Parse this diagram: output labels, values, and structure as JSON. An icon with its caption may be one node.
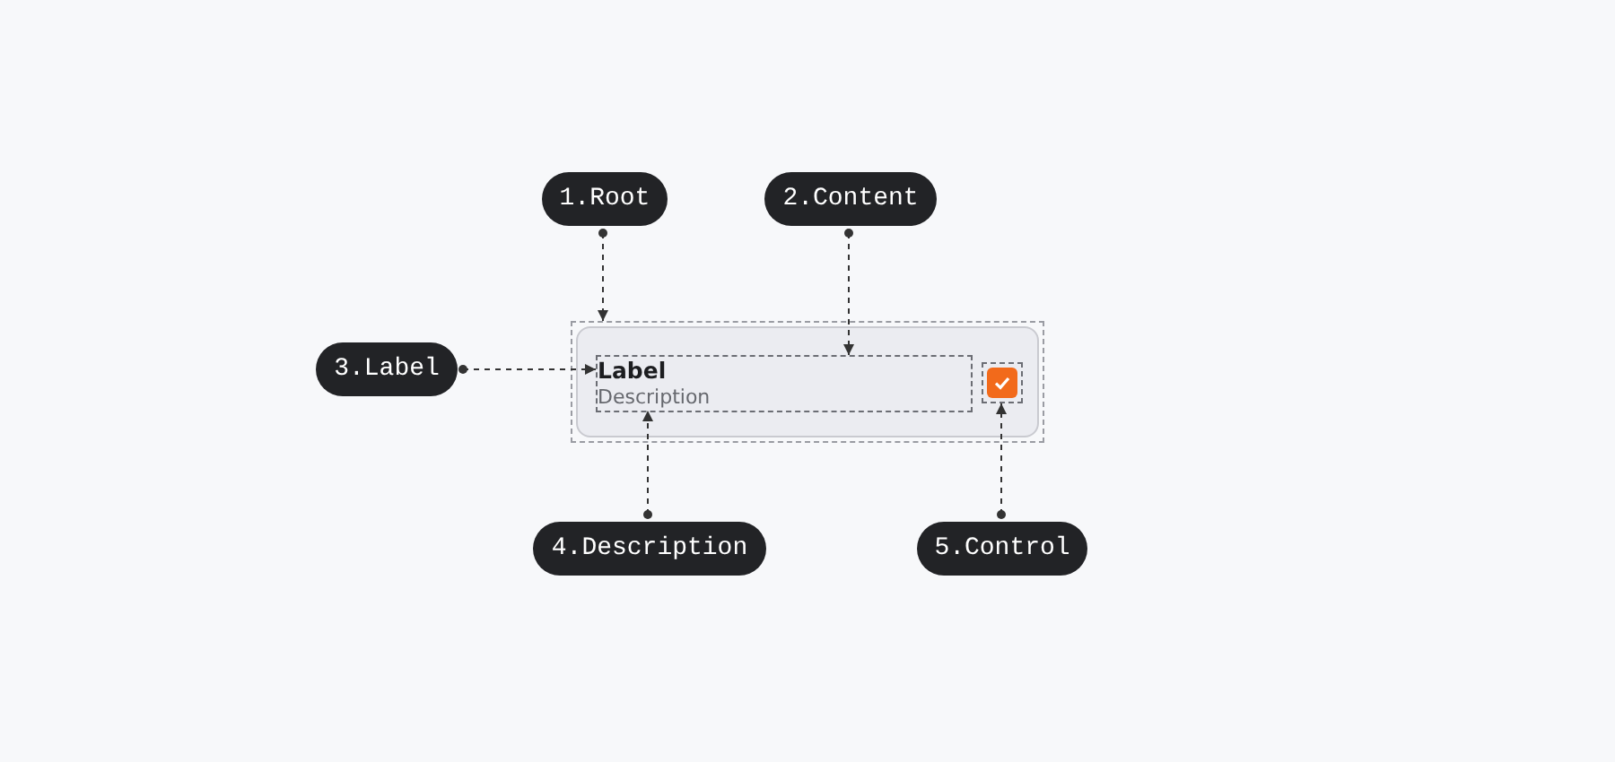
{
  "diagram": {
    "nodes": [
      {
        "text": [
          "1.Root"
        ]
      },
      {
        "text": [
          "2.Content"
        ]
      },
      {
        "text": [
          "3.Label"
        ]
      },
      {
        "text": [],
        "shape": "box"
      },
      {
        "text": [],
        "shape": "box",
        "in": 3
      },
      {
        "text": [],
        "shape": "box",
        "in": 4
      },
      {
        "text": [
          "Label"
        ],
        "in": 5
      },
      {
        "text": [
          "Description"
        ],
        "in": 5
      },
      {
        "text": [],
        "shape": "box",
        "in": 4
      },
      {
        "text": [
          "4.Description"
        ]
      },
      {
        "text": [
          "5.Control"
        ]
      }
    ],
    "edges": [
      {
        "from": 0,
        "to": 3,
        "arrow": "to",
        "style": "dashed"
      },
      {
        "from": 1,
        "to": 5,
        "arrow": "to",
        "style": "dashed"
      },
      {
        "from": 2,
        "to": 6,
        "arrow": "to",
        "style": "dashed"
      },
      {
        "from": 9,
        "to": 7,
        "arrow": "to",
        "style": "dashed"
      },
      {
        "from": 10,
        "to": 8,
        "arrow": "to",
        "style": "dashed"
      }
    ]
  }
}
